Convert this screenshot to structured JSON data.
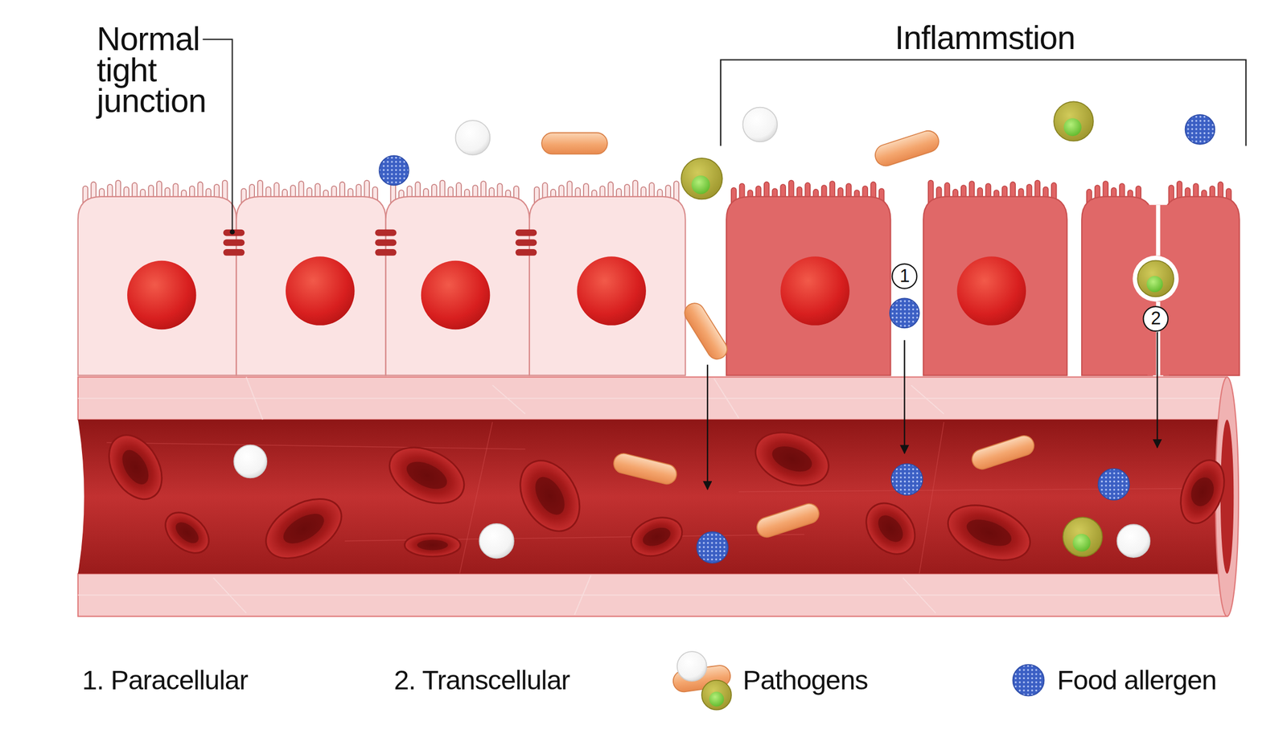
{
  "diagram": {
    "labels": [
      "Normal tight junction",
      "Inflammstion",
      "1",
      "2",
      "1. Paracellular",
      "2. Transcellular"
    ],
    "legend": [
      {
        "text": "Pathogens"
      },
      {
        "text": "Food allergen"
      }
    ]
  }
}
